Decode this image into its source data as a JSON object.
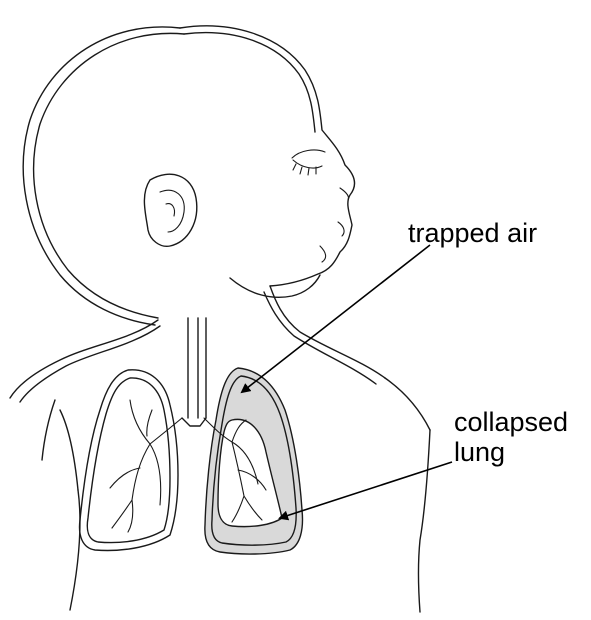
{
  "labels": {
    "trapped_air": "trapped air",
    "collapsed_lung_line1": "collapsed",
    "collapsed_lung_line2": "lung"
  },
  "colors": {
    "outline": "#1a1a1a",
    "trapped_air_fill": "#d9d9d9",
    "background": "#ffffff"
  }
}
